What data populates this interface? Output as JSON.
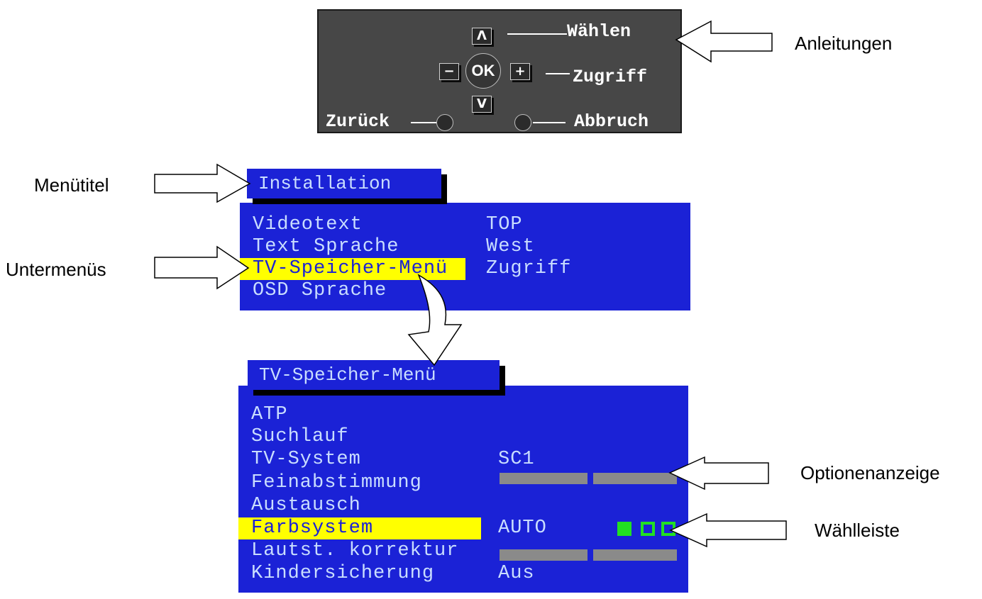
{
  "remote": {
    "up_key": "Λ",
    "down_key": "V",
    "minus_key": "−",
    "plus_key": "+",
    "ok_key": "OK",
    "select_label": "Wählen",
    "access_label": "Zugriff",
    "back_label": "Zurück",
    "cancel_label": "Abbruch"
  },
  "main_menu": {
    "title": "Installation",
    "items": [
      {
        "label": "Videotext",
        "value": "TOP"
      },
      {
        "label": "Text Sprache",
        "value": "West"
      },
      {
        "label": "TV-Speicher-Menü",
        "value": "Zugriff"
      },
      {
        "label": "OSD Sprache",
        "value": ""
      }
    ],
    "selected_index": 2
  },
  "sub_menu": {
    "title": "TV-Speicher-Menü",
    "items": [
      {
        "label": "ATP"
      },
      {
        "label": "Suchlauf"
      },
      {
        "label": "TV-System"
      },
      {
        "label": "Feinabstimmung"
      },
      {
        "label": "Austausch"
      },
      {
        "label": "Farbsystem"
      },
      {
        "label": "Lautst. korrektur"
      },
      {
        "label": "Kindersicherung"
      }
    ],
    "selected_index": 5,
    "values": {
      "tv_system": "SC1",
      "farbsystem": "AUTO",
      "kindersicherung": "Aus"
    }
  },
  "callouts": {
    "instructions": "Anleitungen",
    "menu_title": "Menütitel",
    "submenus": "Untermenüs",
    "option_display": "Optionenanzeige",
    "selection_bar": "Wählleiste"
  },
  "colors": {
    "osd_blue": "#1b22d6",
    "osd_text": "#c9ddff",
    "highlight": "#ffff00",
    "indicator_green": "#22e022",
    "remote_gray": "#474747"
  }
}
